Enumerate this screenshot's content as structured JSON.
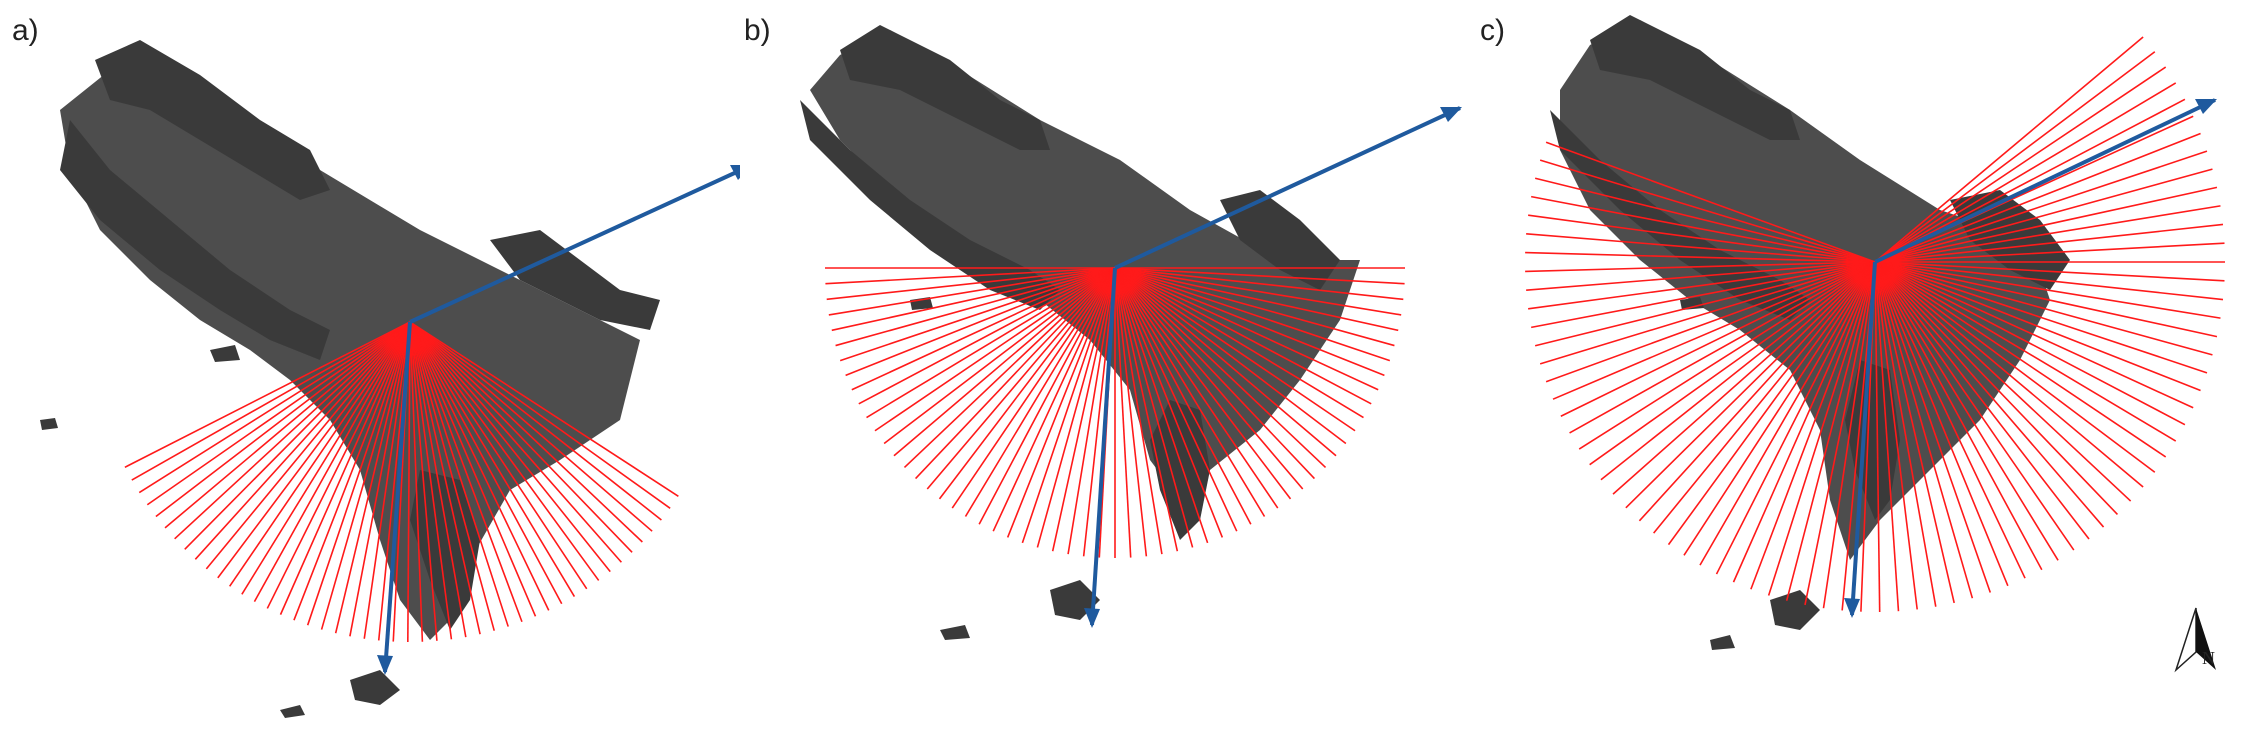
{
  "figure": {
    "panels": [
      {
        "label": "a)"
      },
      {
        "label": "b)"
      },
      {
        "label": "c)"
      }
    ],
    "north_label": "N"
  },
  "colors": {
    "terrain": "#4d4d4d",
    "terrain_dark": "#3a3a3a",
    "ray": "#ff1a1a",
    "axis": "#1f5a9e"
  },
  "icons": [
    "north-arrow-icon"
  ]
}
